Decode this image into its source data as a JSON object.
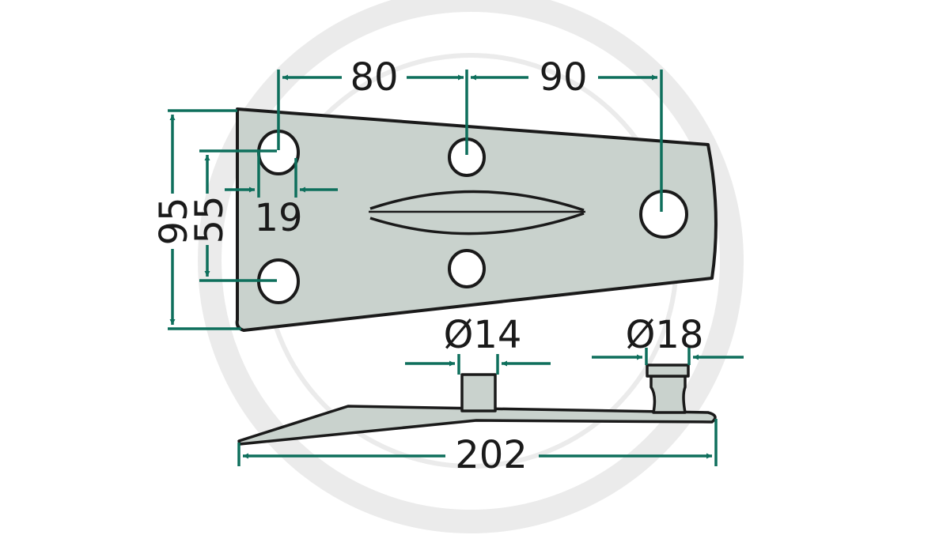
{
  "colors": {
    "background": "#ffffff",
    "watermark": "#ebebeb",
    "part_fill": "#c9d2cd",
    "outline": "#1a1a1a",
    "dimension": "#0e6f5c"
  },
  "dimensions": {
    "dist_80": "80",
    "dist_90": "90",
    "height_95": "95",
    "hole_spacing_55": "55",
    "edge_19": "19",
    "dia_14": "Ø14",
    "dia_18": "Ø18",
    "length_202": "202"
  }
}
